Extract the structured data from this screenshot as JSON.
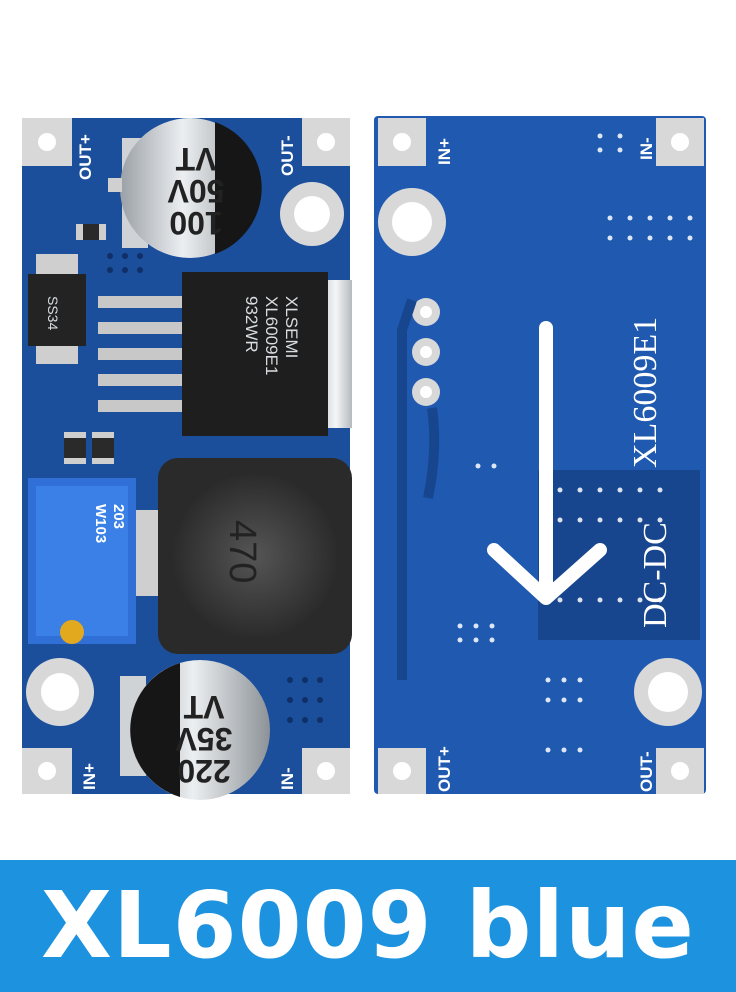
{
  "banner": {
    "text": "XL6009 blue"
  },
  "colors": {
    "pcb": "#1b4f9c",
    "pcb_dark": "#163f80",
    "banner": "#1d93e0",
    "silkscreen": "#ffffff",
    "pad": "#d8d8d8"
  },
  "front": {
    "out_plus": "OUT+",
    "out_minus": "OUT-",
    "in_plus": "IN+",
    "in_minus": "IN-",
    "cap_top": {
      "line1": "VT",
      "line2": "50V",
      "line3": "100"
    },
    "cap_bottom": {
      "line1": "VT",
      "line2": "35V",
      "line3": "220"
    },
    "chip": {
      "line1": "XLSEMI",
      "line2": "XL6009E1",
      "line3": "932WR"
    },
    "inductor": "470",
    "diode": "SS34",
    "trimpot": {
      "line1": "203",
      "line2": "W103"
    }
  },
  "back": {
    "in_plus": "IN+",
    "in_minus": "IN-",
    "out_plus": "OUT+",
    "out_minus": "OUT-",
    "model": "XL6009E1",
    "type": "DC-DC"
  }
}
